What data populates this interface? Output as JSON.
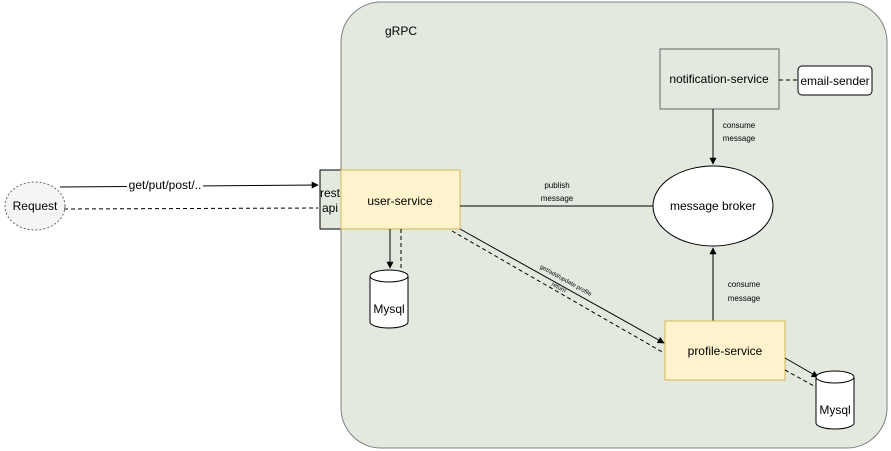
{
  "group": {
    "label": "gRPC"
  },
  "nodes": {
    "request": "Request",
    "rest_api_line1": "rest",
    "rest_api_line2": "api",
    "user_service": "user-service",
    "message_broker": "message broker",
    "notification_service": "notification-service",
    "email_sender": "email-sender",
    "profile_service": "profile-service",
    "mysql_user": "Mysql",
    "mysql_profile": "Mysql"
  },
  "edges": {
    "request_to_rest": "get/put/post/..",
    "publish_line1": "publish",
    "publish_line2": "message",
    "consume_top_line1": "consume",
    "consume_top_line2": "message",
    "consume_bottom_line1": "consume",
    "consume_bottom_line2": "message",
    "grpc_call": "get/add/update profile",
    "grpc_return": "return"
  },
  "colors": {
    "group_fill": "#e3e9df",
    "service_fill": "#fff2cc",
    "service_stroke": "#d6b656",
    "box_fill": "#f5f5f5",
    "stroke": "#000000",
    "gray_stroke": "#666666"
  }
}
